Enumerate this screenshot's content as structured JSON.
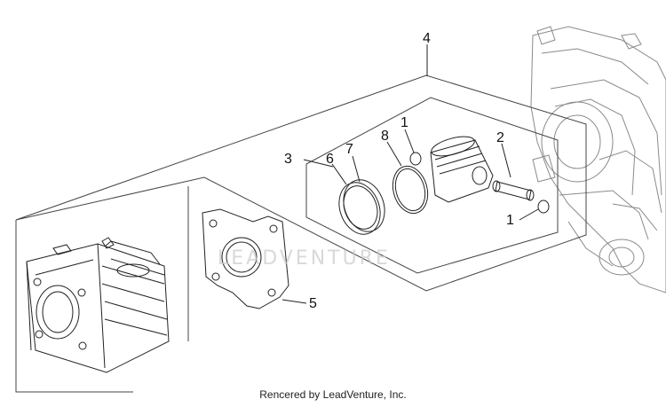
{
  "callouts": {
    "c1_top": "1",
    "c1_bottom": "1",
    "c2": "2",
    "c3": "3",
    "c4": "4",
    "c5": "5",
    "c6": "6",
    "c7": "7",
    "c8": "8"
  },
  "watermark": "LEADVENTURE",
  "footer": "Rencered by LeadVenture, Inc."
}
